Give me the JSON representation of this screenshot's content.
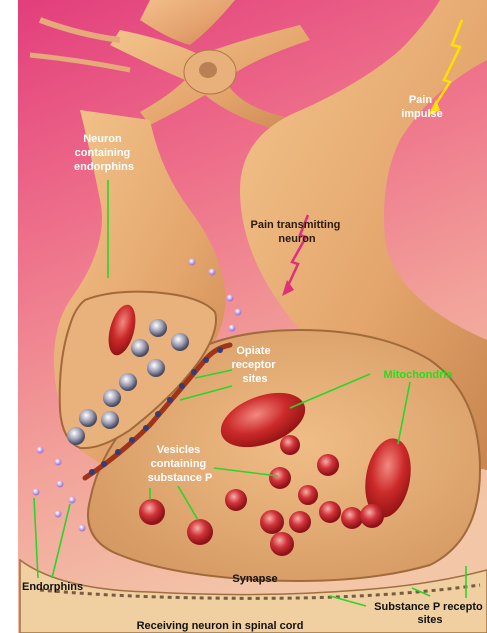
{
  "labels": {
    "neuron_endorphins": [
      "Neuron",
      "containing",
      "endorphins"
    ],
    "pain_impulse": [
      "Pain",
      "impulse"
    ],
    "pain_transmitting": [
      "Pain transmitting",
      "neuron"
    ],
    "opiate_receptor": [
      "Opiate",
      "receptor",
      "sites"
    ],
    "mitochondria": "Mitochondria",
    "vesicles": [
      "Vesicles",
      "containing",
      "substance P"
    ],
    "endorphins": "Endorphins",
    "synapse": "Synapse",
    "substance_p_receptor": [
      "Substance P recepto",
      "sites"
    ],
    "receiving_neuron": "Receiving neuron in spinal cord"
  },
  "colors": {
    "background_top": "#e84f8a",
    "background_bottom": "#f2b8a4",
    "neuron_fill": "#e6b078",
    "vesicle_red": "#c8202a",
    "label_green": "#22e01a",
    "impulse_yellow": "#ffe000",
    "impulse_pink": "#e0307a"
  }
}
